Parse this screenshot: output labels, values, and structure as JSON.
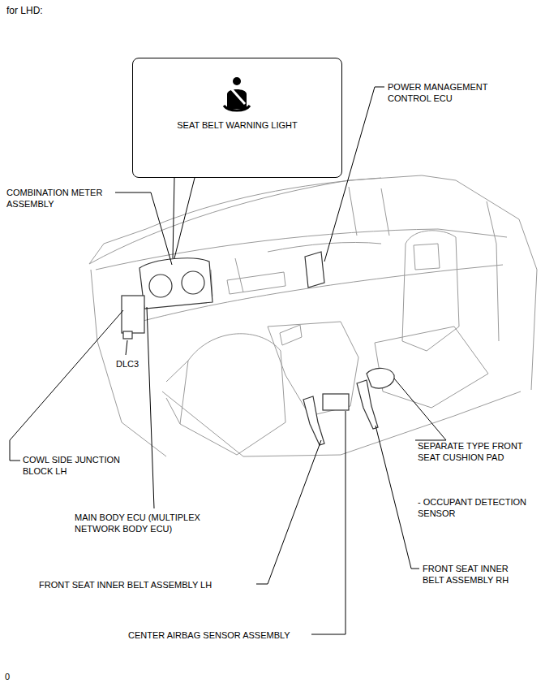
{
  "diagram": {
    "title": "for LHD:",
    "nodes": [
      {
        "text": [
          "SEAT BELT WARNING LIGHT"
        ]
      }
    ],
    "edges": [],
    "labels": [
      "POWER MANAGEMENT CONTROL ECU",
      "COMBINATION METER ASSEMBLY",
      "DLC3",
      "COWL SIDE JUNCTION BLOCK LH",
      "MAIN BODY ECU (MULTIPLEX NETWORK BODY ECU)",
      "FRONT SEAT INNER BELT ASSEMBLY LH",
      "CENTER AIRBAG SENSOR ASSEMBLY",
      "SEPARATE TYPE FRONT SEAT CUSHION PAD",
      "- OCCUPANT DETECTION SENSOR",
      "FRONT SEAT INNER BELT ASSEMBLY RH",
      "0"
    ]
  }
}
